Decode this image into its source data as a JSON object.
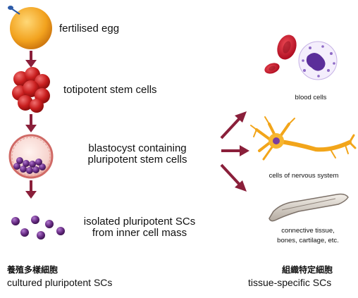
{
  "stages": {
    "fertilised_egg": "fertilised egg",
    "totipotent": "totipotent stem cells",
    "blastocyst_line1": "blastocyst containing",
    "blastocyst_line2": "pluripotent stem cells",
    "isolated_line1": "isolated pluripotent SCs",
    "isolated_line2": "from inner cell mass"
  },
  "outcomes": {
    "blood": "blood cells",
    "nervous": "cells of nervous system",
    "connective_line1": "connective tissue,",
    "connective_line2": "bones, cartilage, etc."
  },
  "footer": {
    "left_cjk": "養殖多樣細胞",
    "left": "cultured pluripotent SCs",
    "right_cjk": "組織特定細胞",
    "right": "tissue-specific SCs"
  },
  "colors": {
    "arrow": "#8a1f3a",
    "egg": "#f2a21e",
    "morula": "#c81e1e",
    "blastocyst_wall": "#e07070",
    "inner_mass": "#6a2e86",
    "nerve": "#f2a51a",
    "blood": "#c8102e"
  }
}
